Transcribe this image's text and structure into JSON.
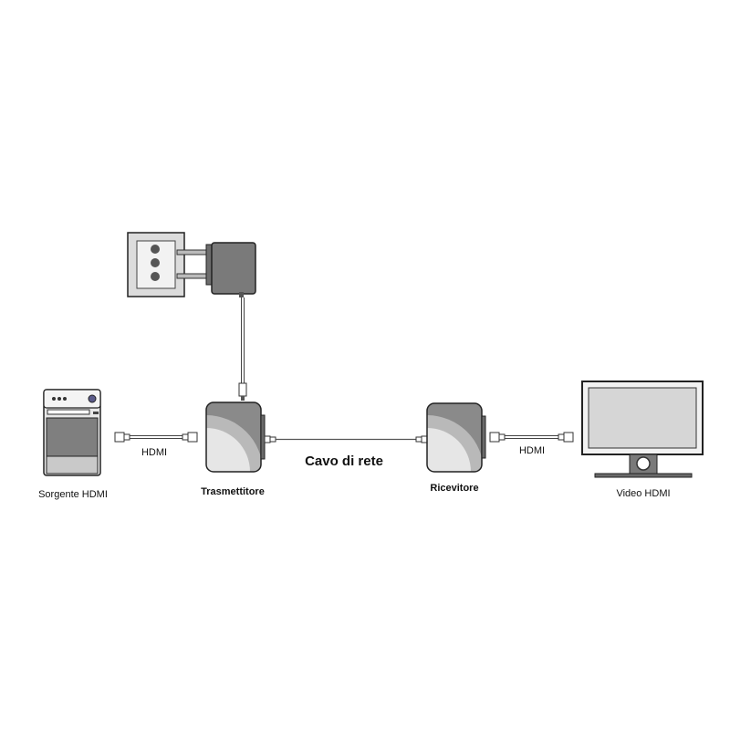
{
  "labels": {
    "source": "Sorgente HDMI",
    "hdmi_left": "HDMI",
    "transmitter": "Trasmettitore",
    "network_cable": "Cavo di rete",
    "receiver": "Ricevitore",
    "hdmi_right": "HDMI",
    "display": "Video HDMI"
  },
  "colors": {
    "device_dark": "#8a8a8a",
    "device_mid": "#b9b9b9",
    "device_light": "#e6e6e6",
    "outline": "#333333",
    "cable": "#444444"
  }
}
